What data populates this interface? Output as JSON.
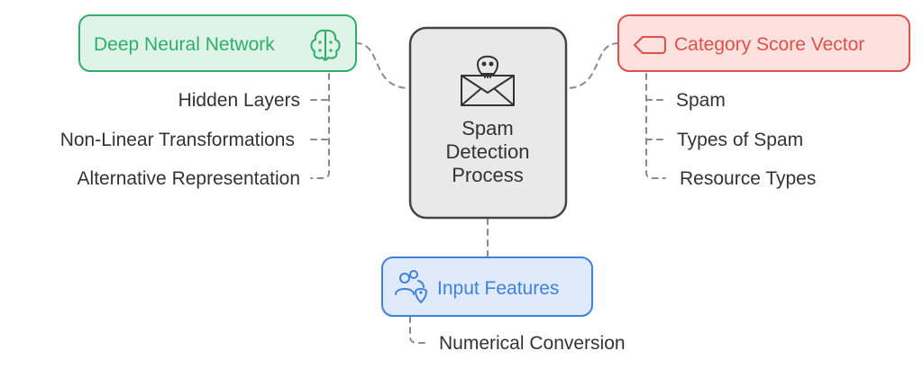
{
  "center": {
    "title_lines": [
      "Spam",
      "Detection",
      "Process"
    ],
    "icon": "skull-envelope-icon"
  },
  "nodes": {
    "dnn": {
      "label": "Deep Neural Network",
      "icon": "brain-icon",
      "color": "#2fae6a",
      "fill": "#dff4e8",
      "children": [
        "Hidden Layers",
        "Non-Linear Transformations",
        "Alternative Representation"
      ]
    },
    "csv": {
      "label": "Category Score Vector",
      "icon": "tag-icon",
      "color": "#e0504a",
      "fill": "#fde1df",
      "children": [
        "Spam",
        "Types of Spam",
        "Resource Types"
      ]
    },
    "input": {
      "label": "Input Features",
      "icon": "users-location-icon",
      "color": "#3f82dd",
      "fill": "#dfeafb",
      "children": [
        "Numerical Conversion"
      ]
    }
  }
}
